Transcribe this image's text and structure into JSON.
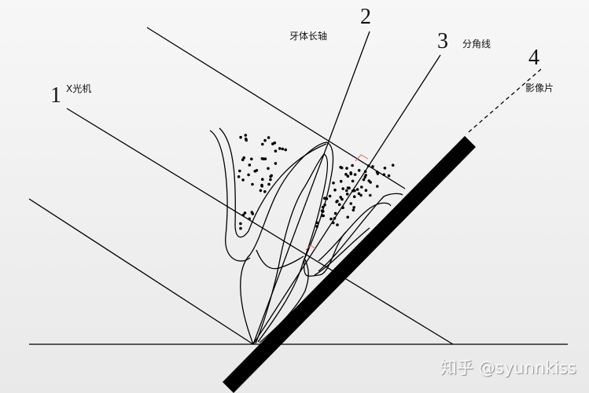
{
  "labels": {
    "xray": {
      "number": "1",
      "text": "X光机"
    },
    "tooth_axis": {
      "number": "2",
      "text": "牙体长轴"
    },
    "bisector": {
      "number": "3",
      "text": "分角线"
    },
    "film": {
      "number": "4",
      "text": "影像片"
    }
  },
  "watermark": "知乎 @syunnkiss",
  "colors": {
    "line": "#000000",
    "right_angle": "#e06060",
    "background": "#f2f2f2"
  }
}
